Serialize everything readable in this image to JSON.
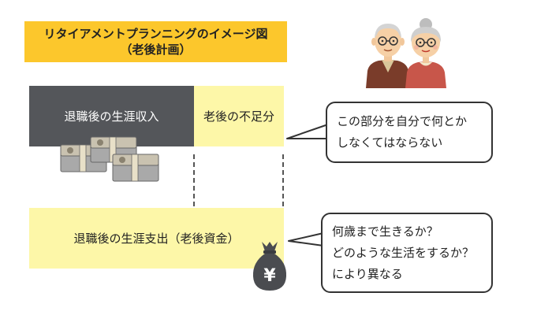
{
  "title": {
    "line1": "リタイアメントプランニングのイメージ図",
    "line2": "（老後計画）"
  },
  "income_label": "退職後の生涯収入",
  "shortfall_label": "老後の不足分",
  "expense_label": "退職後の生涯支出（老後資金）",
  "bubble_shortfall": {
    "line1": "この部分を自分で何とか",
    "line2": "しなくてはならない"
  },
  "bubble_expense": {
    "line1": "何歳まで生きるか？",
    "line2": "どのような生活をするか？",
    "line3": "により異なる"
  },
  "money_bag_symbol": "¥",
  "icons": [
    "banknote-stacks-icon",
    "money-bag-icon",
    "elderly-couple-icon"
  ],
  "colors": {
    "title_bg": "#fcc72c",
    "income_bg": "#54565a",
    "pale_yellow": "#fdf7a8",
    "bag": "#4a4c50"
  }
}
